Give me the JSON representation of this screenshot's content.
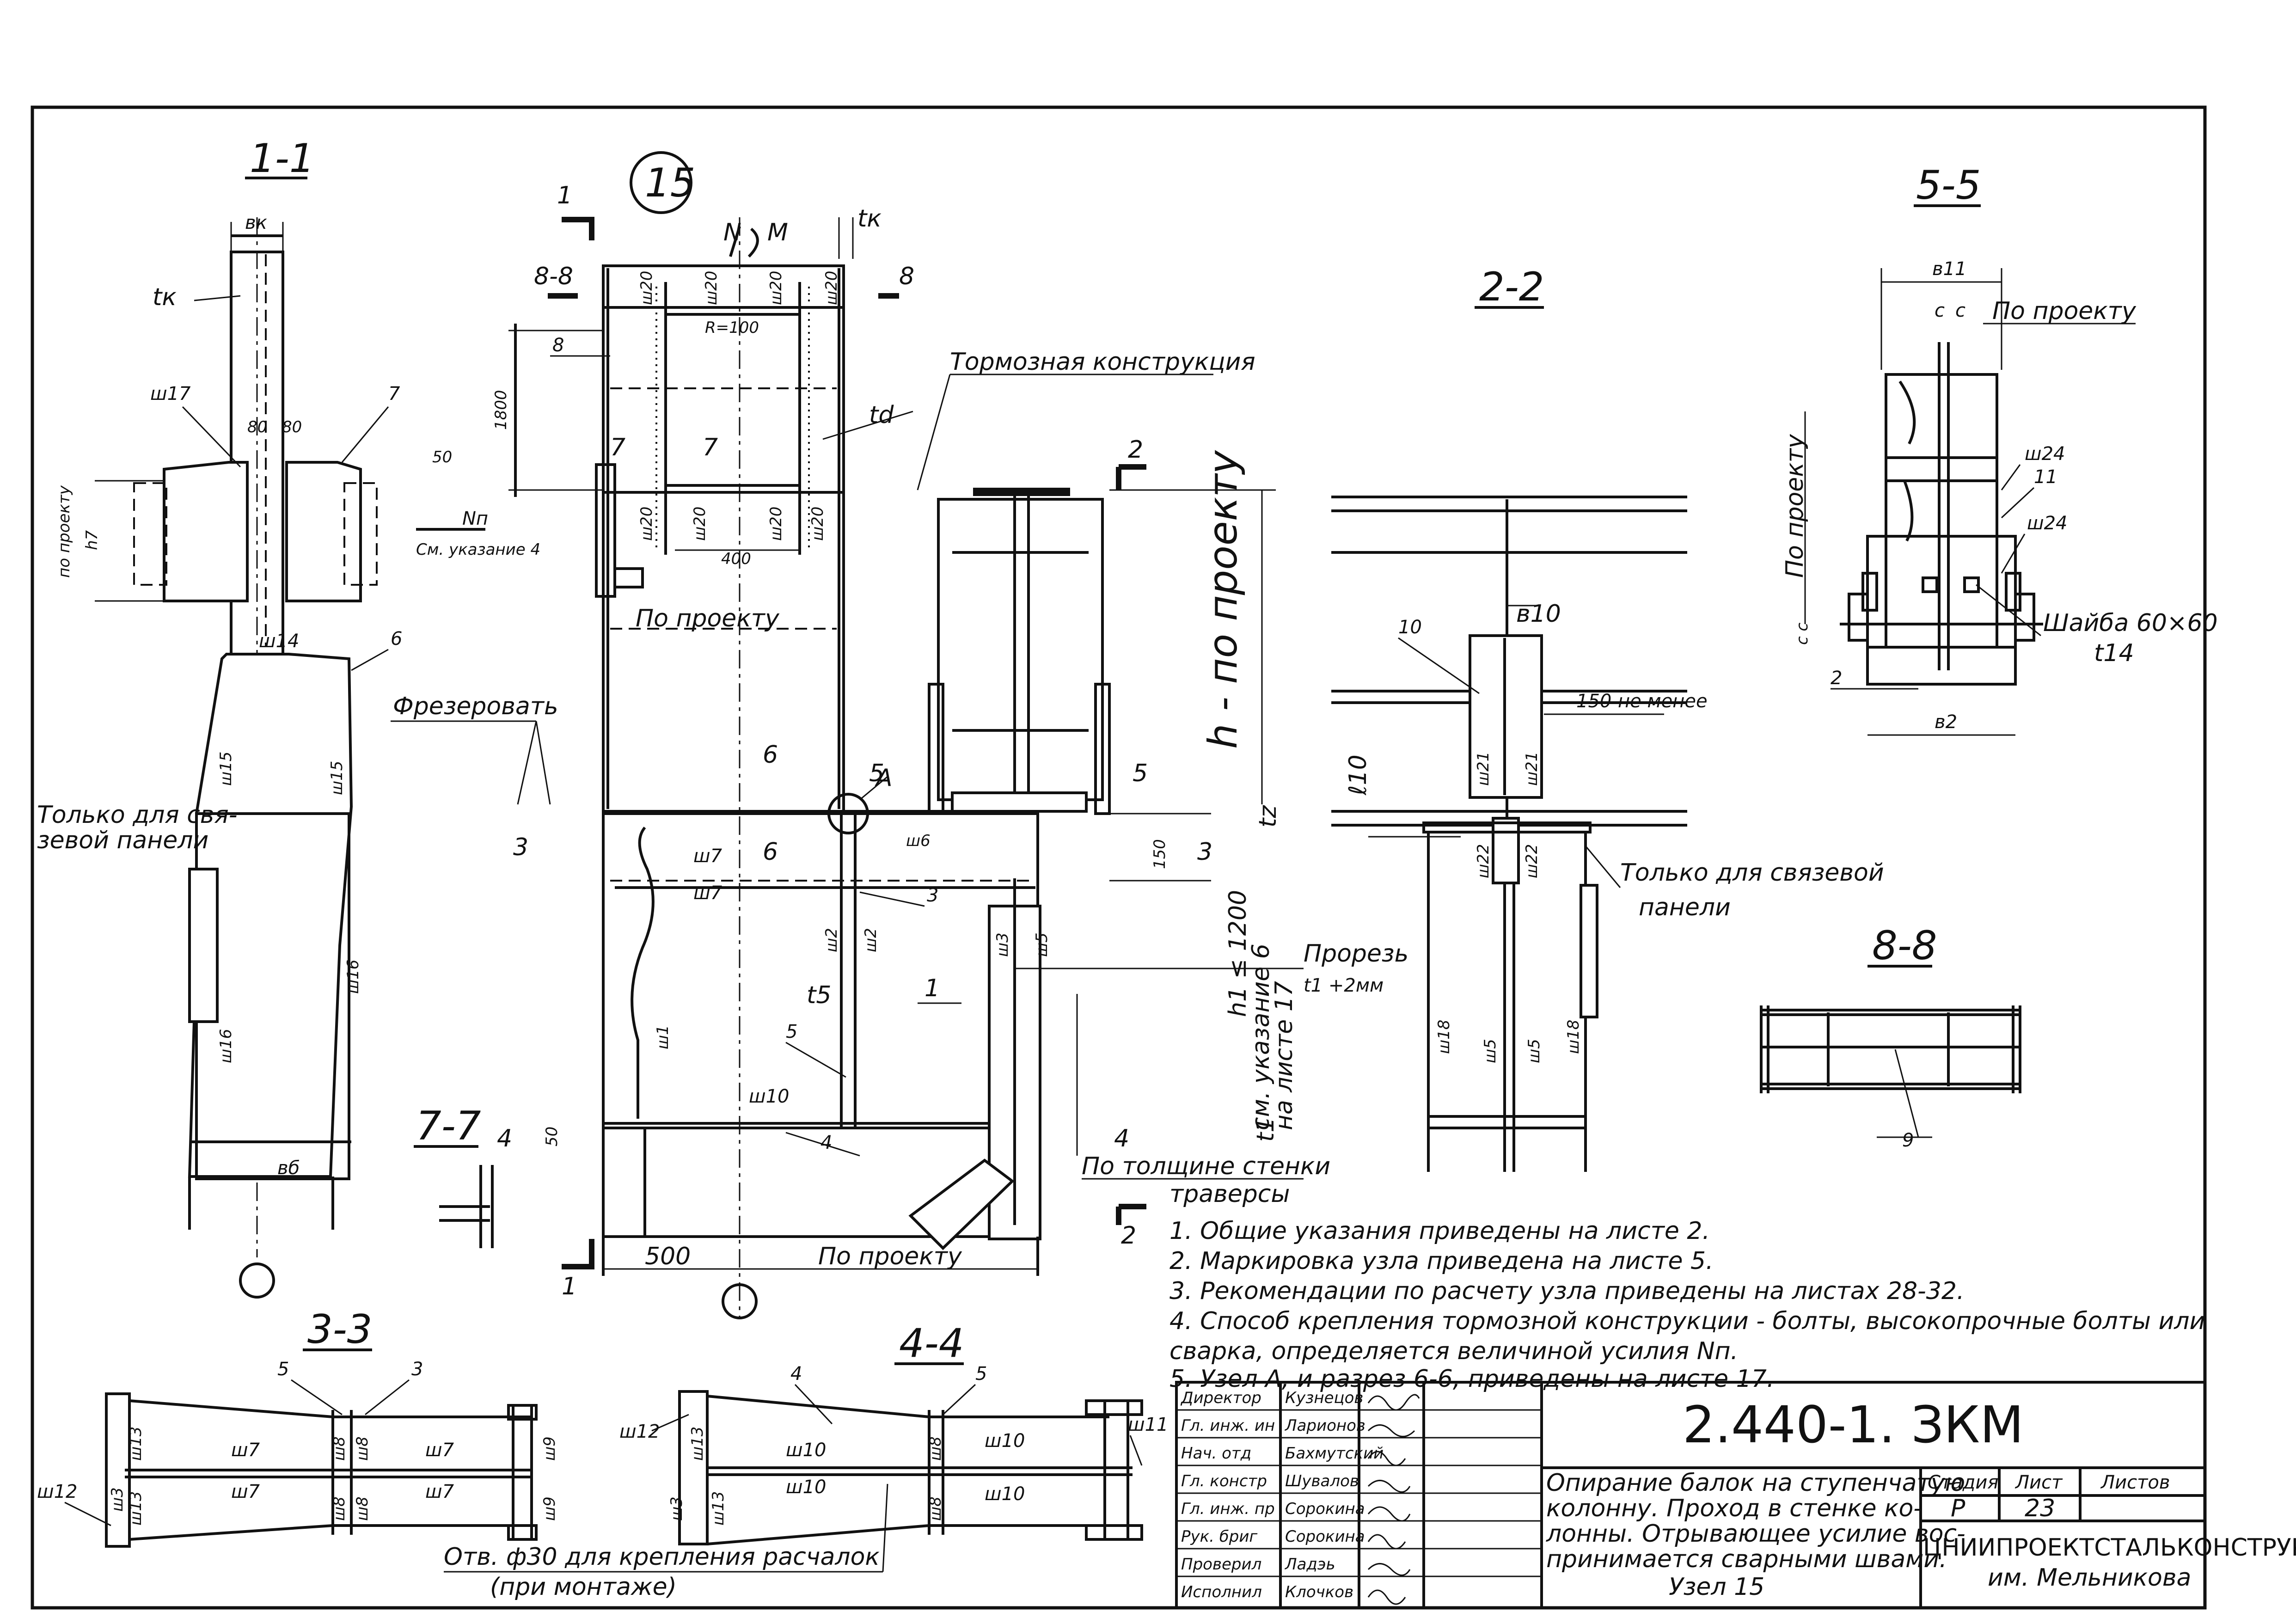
{
  "sheet_code": "2.440-1. ЗКМ",
  "node_marker": "15",
  "sections": {
    "s11": "1-1",
    "s22": "2-2",
    "s33": "3-3",
    "s44": "4-4",
    "s55": "5-5",
    "s77": "7-7",
    "s88": "8-8"
  },
  "view11": {
    "bk": "вк",
    "tk": "tк",
    "w17": "ш17",
    "n80a": "80",
    "n80b": "80",
    "p7": "7",
    "po_proektu": "по проекту",
    "h7": "h7",
    "n50": "50",
    "Nn": "Nп",
    "see4": "См. указание 4",
    "w14": "ш14",
    "p6": "6",
    "w15a": "ш15",
    "w15b": "ш15",
    "only_link": "Только для свя-",
    "only_link2": "зевой панели",
    "w16a": "ш16",
    "w16b": "ш16",
    "bb": "вб"
  },
  "elevation": {
    "mark1": "1",
    "mark8": "8",
    "tk": "tк",
    "N": "N",
    "M": "M",
    "w20a": "ш20",
    "w20b": "ш20",
    "w20c": "ш20",
    "w20d": "ш20",
    "R100": "R=100",
    "p8": "8",
    "d1800": "1800",
    "td": "td",
    "brake": "Тормозная   конструкция",
    "p7": "7",
    "d400": "400",
    "w20e": "ш20",
    "w20f": "ш20",
    "w20g": "ш20",
    "w20h": "ш20",
    "po_proektu": "По проекту",
    "h_po": "h - по проекту",
    "mill": "Фрезеровать",
    "A": "А",
    "p6": "6",
    "p5": "5",
    "p3": "3",
    "p2": "2",
    "tz": "tz",
    "w6": "ш6",
    "d150": "150",
    "w7a": "ш7",
    "w7b": "ш7",
    "w2a": "ш2",
    "w2b": "ш2",
    "w3": "ш3",
    "w5": "ш5",
    "t5": "t5",
    "p1": "1",
    "w1": "ш1",
    "w10": "ш10",
    "p4": "4",
    "h1": "h1 ≤ 1200",
    "see6": "см. указание 6",
    "sheet17": "на листе 17",
    "cut": "Прорезь",
    "cut_t": "t1 +2мм",
    "tw_thick": "По толщине  стенки",
    "trav": "траверсы",
    "d500": "500",
    "po_proektu2": "По проекту",
    "t1": "t1"
  },
  "view22": {
    "p10": "10",
    "b10": "в10",
    "d150": "150",
    "ne_menee": "не менее",
    "l10": "ℓ10",
    "w21a": "ш21",
    "w21b": "ш21",
    "w22a": "ш22",
    "w22b": "ш22",
    "only": "Только для связевой",
    "only2": "панели",
    "w18a": "ш18",
    "w18b": "ш18",
    "w5a": "ш5",
    "w5b": "ш5"
  },
  "view55": {
    "b11": "в11",
    "c1": "с",
    "c2": "с",
    "po_proektu": "По проекту",
    "w24a": "ш24",
    "w24b": "ш24",
    "p11": "11",
    "po_proektu_v": "По проекту",
    "cc": "с  с",
    "washer": "Шайба 60×60",
    "t14": "t14",
    "p2": "2",
    "b2": "в2"
  },
  "view88": {
    "p9": "9"
  },
  "view77": {
    "p4": "4",
    "d50": "50"
  },
  "view33": {
    "p5": "5",
    "p3": "3",
    "w7a": "ш7",
    "w7b": "ш7",
    "w7c": "ш7",
    "w7d": "ш7",
    "w8a": "ш8",
    "w8b": "ш8",
    "w8c": "ш8",
    "w8d": "ш8",
    "w9a": "ш9",
    "w9b": "ш9",
    "w13a": "ш13",
    "w13b": "ш13",
    "w3": "ш3",
    "w12": "ш12"
  },
  "view44": {
    "p4": "4",
    "p5": "5",
    "w12": "ш12",
    "w10a": "ш10",
    "w10b": "ш10",
    "w10c": "ш10",
    "w10d": "ш10",
    "w8a": "ш8",
    "w8b": "ш8",
    "w13a": "ш13",
    "w13b": "ш13",
    "w3": "ш3",
    "w11": "ш11",
    "hole": "Отв. ф30 для крепления расчалок",
    "hole2": "(при монтаже)"
  },
  "notes": [
    "1.  Общие  указания  приведены  на листе 2.",
    "2.  Маркировка  узла  приведена на листе 5.",
    "3.  Рекомендации  по расчету узла приведены на листах 28-32.",
    "4.  Способ  крепления  тормозной конструкции - болты, высокопрочные  болты  или",
    "     сварка,  определяется   величиной  усилия  Nп.",
    "5.  Узел А,  и  разрез  6-6,  приведены   на листе 17."
  ],
  "title_block": {
    "roles": [
      "Директор",
      "Гл. инж. ин",
      "Нач. отд",
      "Гл. констр",
      "Гл. инж. пр",
      "Рук. бриг",
      "Проверил",
      "Исполнил"
    ],
    "names": [
      "Кузнецов",
      "Ларионов",
      "Бахмутский",
      "Шувалов",
      "Сорокина",
      "Сорокина",
      "Ладэь",
      "Клочков"
    ],
    "description": [
      "Опирание  балок на ступенчатую",
      "колонну. Проход  в стенке ко-",
      "лонны. Отрывающее  усилие вос-",
      "принимается  сварными  швами."
    ],
    "node": "Узел 15",
    "stage_label": "Стадия",
    "sheet_label": "Лист",
    "sheets_label": "Листов",
    "stage": "Р",
    "sheet": "23",
    "org": "ЦНИИПРОЕКТСТАЛЬКОНСТРУКЦИЯ",
    "org2": "им. Мельникова"
  }
}
